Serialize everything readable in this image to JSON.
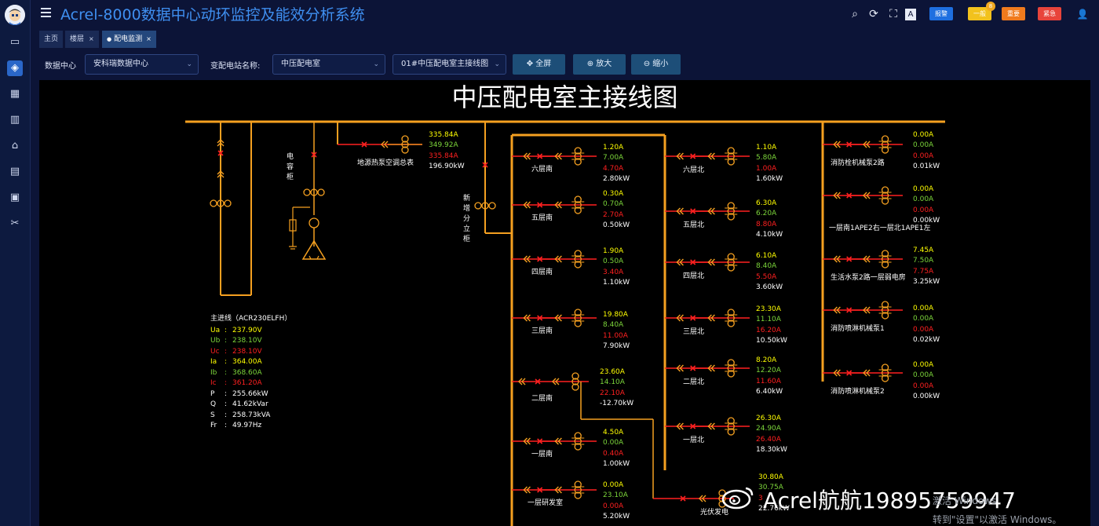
{
  "header": {
    "title": "Acrel-8000数据中心动环监控及能效分析系统",
    "alarms": [
      {
        "label": "报警",
        "color": "#1e6fe0"
      },
      {
        "label": "一般",
        "color": "#f2c21d",
        "badge": "8"
      },
      {
        "label": "重要",
        "color": "#f07a1d"
      },
      {
        "label": "紧急",
        "color": "#e8443b"
      }
    ],
    "icons": [
      "search-icon",
      "refresh-icon",
      "fullscreen-icon",
      "font-size-icon",
      "user-icon"
    ]
  },
  "sidebar": {
    "items": [
      "monitor-icon",
      "dashboard-icon",
      "building-icon",
      "chart-icon",
      "camera-icon",
      "report-icon",
      "document-icon",
      "tools-icon"
    ]
  },
  "tabs": [
    {
      "label": "主页",
      "closable": false
    },
    {
      "label": "楼层",
      "closable": true
    },
    {
      "label": "配电监测",
      "closable": true,
      "active": true
    }
  ],
  "toolbar": {
    "datacenter_label": "数据中心",
    "datacenter_value": "安科瑞数据中心",
    "station_label": "变配电站名称:",
    "station_value": "中压配电室",
    "diagram_value": "01#中压配电室主接线图",
    "fullscreen": "全屏",
    "zoom_in": "放大",
    "zoom_out": "缩小"
  },
  "diagram": {
    "title": "中压配电室主接线图",
    "labels": {
      "capacitor": "电\n容\n柜",
      "new_split": "新\n增\n分\n立\n柜",
      "geo_heat_pump": "地源热泵空调总表"
    },
    "geo_heat_pump_meter": [
      "335.84A",
      "349.92A",
      "335.84A",
      "196.90kW"
    ],
    "left_feeders": [
      {
        "name": "六层南",
        "values": [
          "1.20A",
          "7.00A",
          "4.70A",
          "2.80kW"
        ]
      },
      {
        "name": "五层南",
        "values": [
          "0.30A",
          "0.70A",
          "2.70A",
          "0.50kW"
        ]
      },
      {
        "name": "四层南",
        "values": [
          "1.90A",
          "0.50A",
          "3.40A",
          "1.10kW"
        ]
      },
      {
        "name": "三层南",
        "values": [
          "19.80A",
          "8.40A",
          "11.00A",
          "7.90kW"
        ]
      },
      {
        "name": "二层南",
        "values": [
          "23.60A",
          "14.10A",
          "22.10A",
          "-12.70kW"
        ]
      },
      {
        "name": "一层南",
        "values": [
          "4.50A",
          "0.00A",
          "0.40A",
          "1.00kW"
        ]
      },
      {
        "name": "一层研发室",
        "values": [
          "0.00A",
          "23.10A",
          "0.00A",
          "5.20kW"
        ]
      }
    ],
    "right_feeders": [
      {
        "name": "六层北",
        "values": [
          "1.10A",
          "5.80A",
          "1.00A",
          "1.60kW"
        ]
      },
      {
        "name": "五层北",
        "values": [
          "6.30A",
          "6.20A",
          "8.80A",
          "4.10kW"
        ]
      },
      {
        "name": "四层北",
        "values": [
          "6.10A",
          "8.40A",
          "5.50A",
          "3.60kW"
        ]
      },
      {
        "name": "三层北",
        "values": [
          "23.30A",
          "11.10A",
          "16.20A",
          "10.50kW"
        ]
      },
      {
        "name": "二层北",
        "values": [
          "8.20A",
          "12.20A",
          "11.60A",
          "6.40kW"
        ]
      },
      {
        "name": "一层北",
        "values": [
          "26.30A",
          "24.90A",
          "26.40A",
          "18.30kW"
        ]
      }
    ],
    "pv": {
      "name": "光伏发电",
      "values": [
        "30.80A",
        "30.75A",
        "3",
        "22.76kW"
      ]
    },
    "fire_feeders": [
      {
        "name": "消防栓机械泵2路",
        "values": [
          "0.00A",
          "0.00A",
          "0.00A",
          "0.01kW"
        ]
      },
      {
        "name": "一层南1APE2右一层北1APE1左",
        "values": [
          "0.00A",
          "0.00A",
          "0.00A",
          "0.00kW"
        ]
      },
      {
        "name": "生活水泵2路一层弱电房",
        "values": [
          "7.45A",
          "7.50A",
          "7.75A",
          "3.25kW"
        ]
      },
      {
        "name": "消防喷淋机械泵1",
        "values": [
          "0.00A",
          "0.00A",
          "0.00A",
          "0.02kW"
        ]
      },
      {
        "name": "消防喷淋机械泵2",
        "values": [
          "0.00A",
          "0.00A",
          "0.00A",
          "0.00kW"
        ]
      }
    ],
    "main_incoming": {
      "title": "主进线（ACR230ELFH）",
      "rows": [
        {
          "k": "Ua",
          "v": "237.90V",
          "c": "#ffff00"
        },
        {
          "k": "Ub",
          "v": "238.10V",
          "c": "#7cd53a"
        },
        {
          "k": "Uc",
          "v": "238.10V",
          "c": "#ff2020"
        },
        {
          "k": "Ia",
          "v": "364.00A",
          "c": "#ffff00"
        },
        {
          "k": "Ib",
          "v": "368.60A",
          "c": "#7cd53a"
        },
        {
          "k": "Ic",
          "v": "361.20A",
          "c": "#ff2020"
        },
        {
          "k": "P",
          "v": "255.66kW",
          "c": "#ffffff"
        },
        {
          "k": "Q",
          "v": "41.62kVar",
          "c": "#ffffff"
        },
        {
          "k": "S",
          "v": "258.73kVA",
          "c": "#ffffff"
        },
        {
          "k": "Fr",
          "v": "49.97Hz",
          "c": "#ffffff"
        }
      ]
    }
  },
  "watermark": "Acrel航航19895759947",
  "windows_notice": [
    "激活 Windows",
    "转到\"设置\"以激活 Windows。"
  ],
  "colors": {
    "bus": "#f5a020",
    "breaker": "#ff2020",
    "accent": "#3f8ff0"
  }
}
